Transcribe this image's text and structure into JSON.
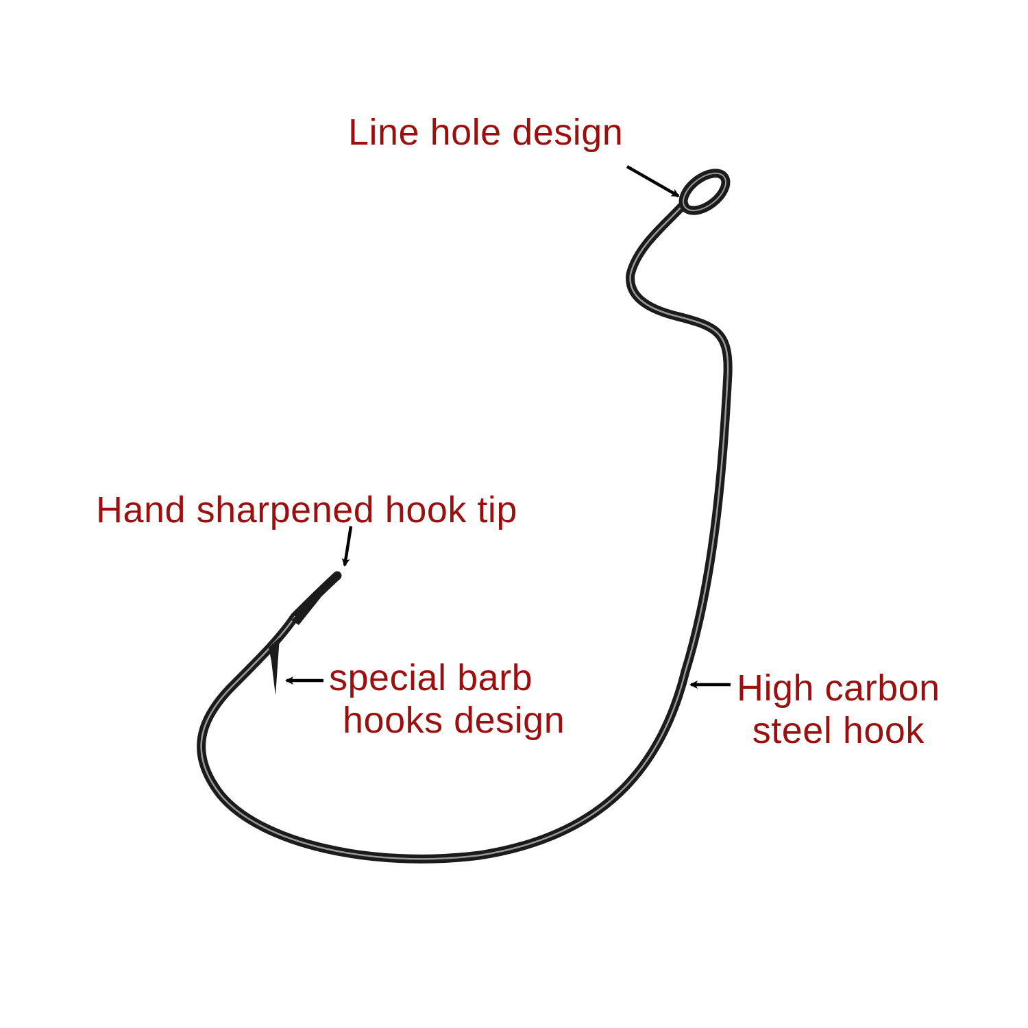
{
  "colors": {
    "label_text": "#9b0f0f",
    "hook_dark": "#1b1b1b",
    "hook_highlight": "#9a9a9a",
    "arrow": "#000000",
    "background": "#ffffff"
  },
  "callouts": {
    "line_hole": {
      "lines": [
        "Line hole design"
      ]
    },
    "hook_tip": {
      "lines": [
        "Hand sharpened hook tip"
      ]
    },
    "barb": {
      "lines": [
        "special barb",
        "hooks design"
      ]
    },
    "steel": {
      "lines": [
        "High carbon",
        "steel hook"
      ]
    }
  }
}
